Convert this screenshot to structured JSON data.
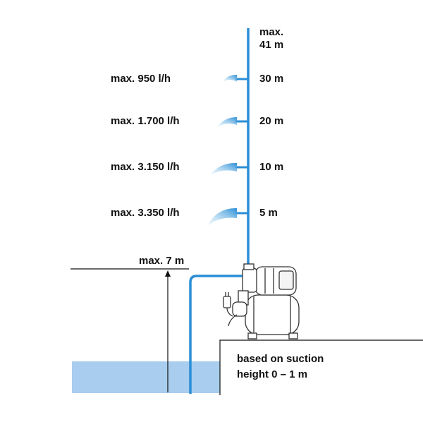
{
  "top_height": {
    "line1": "max.",
    "line2": "41 m"
  },
  "levels": [
    {
      "height": "30 m",
      "flow": "max. 950 l/h"
    },
    {
      "height": "20 m",
      "flow": "max. 1.700 l/h"
    },
    {
      "height": "10 m",
      "flow": "max. 3.150 l/h"
    },
    {
      "height": "5 m",
      "flow": "max. 3.350 l/h"
    }
  ],
  "suction_max": "max. 7 m",
  "note": {
    "line1": "based on suction",
    "line2": "height 0 – 1 m"
  },
  "colors": {
    "pipe": "#2a8ed6",
    "water": "#a8cdee",
    "spray": "#6cc2ec",
    "line": "#111111",
    "pump_outline": "#333333"
  },
  "icons": [
    "water-spray-icon",
    "pump-icon",
    "power-plug-icon"
  ]
}
